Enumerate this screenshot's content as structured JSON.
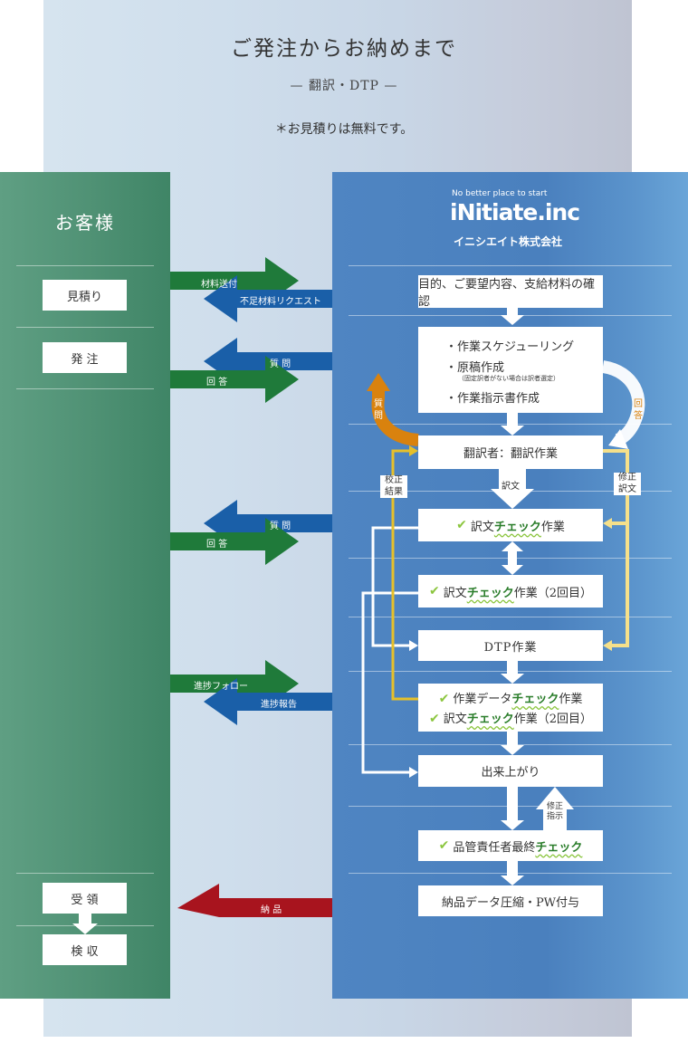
{
  "header": {
    "title": "ご発注からお納めまで",
    "subtitle": "— 翻訳・DTP —",
    "note": "＊お見積りは無料です。"
  },
  "customer": {
    "title": "お客様",
    "steps": [
      "見積り",
      "発 注",
      "受 領",
      "検 収"
    ]
  },
  "company": {
    "tagline": "No better place to start",
    "logo": "iNitiate.inc",
    "name": "イニシエイト株式会社"
  },
  "arrows": {
    "material_send": "材料送付",
    "shortage_request": "不足材料リクエスト",
    "question": "質 問",
    "answer": "回 答",
    "progress_follow": "進捗フォロー",
    "progress_report": "進捗報告",
    "delivery": "納 品"
  },
  "process": {
    "confirm": "目的、ご要望内容、支給材料の確認",
    "plan_1": "・作業スケジューリング",
    "plan_2": "・原稿作成",
    "plan_2_note": "（固定訳者がない場合は訳者選定）",
    "plan_3": "・作業指示書作成",
    "translate": "翻訳者：翻訳作業",
    "check1_pre": "訳文",
    "check_word": "チェック",
    "check1_post": "作業",
    "check2_post": "作業（2回目）",
    "dtp": "DTP作業",
    "data_pre": "作業データ",
    "data_post": "作業",
    "check3_post": "作業（2回目）",
    "finish": "出来上がり",
    "qc_pre": "品管責任者最終",
    "final": "納品データ圧縮・PW付与"
  },
  "loop_labels": {
    "question": "質\n問",
    "answer": "回\n答",
    "proof_result": "校正\n結果",
    "translation": "訳文",
    "fix_translation": "修正\n訳文",
    "fix_instruction": "修正\n指示"
  },
  "colors": {
    "green_arrow": "#1f7a3a",
    "blue_arrow": "#1a5fa8",
    "red_arrow": "#a8141e",
    "orange_arrow": "#d9820e",
    "yellow_line": "#e6c02a"
  }
}
